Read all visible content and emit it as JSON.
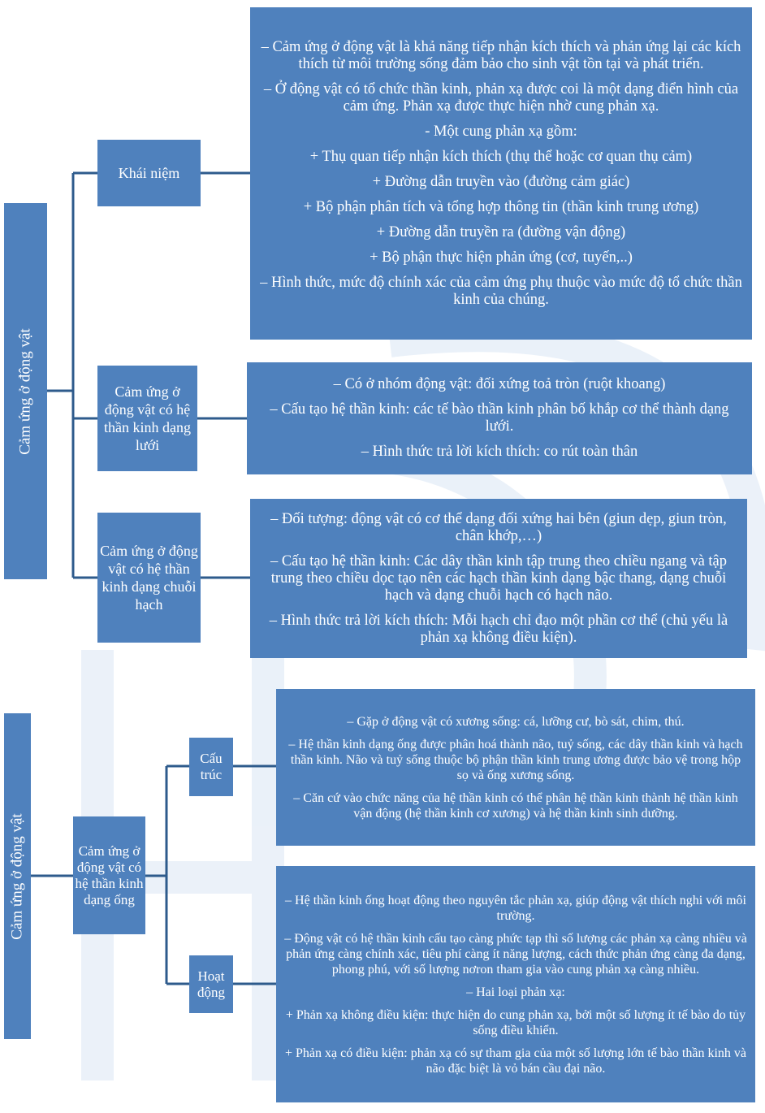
{
  "section1": {
    "root": "Cảm ứng ở động vật",
    "branches": [
      {
        "label": "Khái niệm",
        "lines": [
          "– Cảm ứng ở động vật là khả năng tiếp nhận kích thích và phản ứng lại các kích thích từ môi trường sống đảm bảo cho sinh vật tồn tại và phát triển.",
          "– Ở động vật có tổ chức thần kinh, phản xạ được coi là một dạng điển hình của cảm ứng. Phản xạ được thực hiện nhờ cung phản xạ.",
          "- Một cung phản xạ gồm:",
          "+ Thụ quan tiếp nhận kích thích (thụ thể hoặc cơ quan thụ cảm)",
          "+ Đường dẫn truyền vào (đường cảm giác)",
          "+ Bộ phận phân tích và tổng hợp thông tin (thần kinh trung ương)",
          "+ Đường dẫn truyền ra (đường vận động)",
          "+ Bộ phận thực hiện phản ứng (cơ, tuyến,..)",
          "– Hình thức, mức độ chính xác của cảm ứng phụ thuộc vào mức độ tổ chức thần kinh của chúng."
        ]
      },
      {
        "label": "Cảm ứng ở động vật có hệ thần kinh dạng lưới",
        "lines": [
          "– Có ở nhóm động vật: đối xứng toả tròn (ruột khoang)",
          "– Cấu tạo hệ thần kinh: các tế bào thần kinh phân bố khắp cơ thể thành dạng lưới.",
          "– Hình thức trả lời kích thích: co rút toàn thân"
        ]
      },
      {
        "label": "Cảm ứng ở động vật có hệ thần kinh dạng chuỗi hạch",
        "lines": [
          "– Đối tượng: động vật có cơ thể dạng đối xứng hai bên (giun dẹp, giun tròn, chân khớp,…)",
          "– Cấu tạo hệ thần kinh: Các dây thần kinh tập trung theo chiều ngang và tập trung theo chiều dọc tạo nên các hạch thần kinh dạng bậc thang, dạng chuỗi hạch và dạng chuỗi hạch có hạch não.",
          "– Hình thức trả lời kích thích: Mỗi hạch chỉ đạo một phần cơ thể (chủ yếu là phản xạ không điều kiện)."
        ]
      }
    ]
  },
  "section2": {
    "root": "Cảm ứng ở động vật",
    "middle": "Cảm ứng ở động vật có hệ thần kinh dạng ống",
    "branches": [
      {
        "label": "Cấu trúc",
        "lines": [
          "– Gặp ở động vật có xương sống: cá, lưỡng cư, bò sát, chim, thú.",
          "– Hệ thần kinh dạng ống được phân hoá thành não, tuỷ sống, các dây thần kinh và hạch thần kinh. Não và tuỷ sống thuộc bộ phận thần kinh trung ương được bảo vệ trong hộp sọ và ống xương sống.",
          "– Căn cứ vào chức năng của hệ thần kinh có thể phân hệ thần kinh thành hệ thần kinh vận động (hệ thần kinh cơ xương) và hệ thần kinh sinh dưỡng."
        ]
      },
      {
        "label": "Hoạt động",
        "lines": [
          "– Hệ thần kinh ống hoạt động theo nguyên tắc phản xạ, giúp động vật thích nghi với môi trường.",
          "– Động vật có hệ thần kinh cấu tạo càng phức tạp thì số lượng các phản xạ càng  nhiều và phản ứng càng chính xác, tiêu phí càng ít năng lượng, cách thức phản ứng càng đa dạng, phong phú, với số lượng nơron tham gia vào cung phản xạ càng nhiều.",
          "– Hai loại phản xạ:",
          "+ Phản xạ không điều kiện: thực hiện do cung phản xạ, bởi một số lượng ít tế bào do tủy sống điều khiển.",
          "+ Phản xạ có điều kiện: phản xạ có sự tham gia của một số lượng lớn tế bào thần kinh và não đặc biệt là vỏ bán cầu đại não."
        ]
      }
    ]
  },
  "colors": {
    "box": "#4f81bd",
    "line": "#2e5b8c",
    "text": "#ffffff"
  }
}
